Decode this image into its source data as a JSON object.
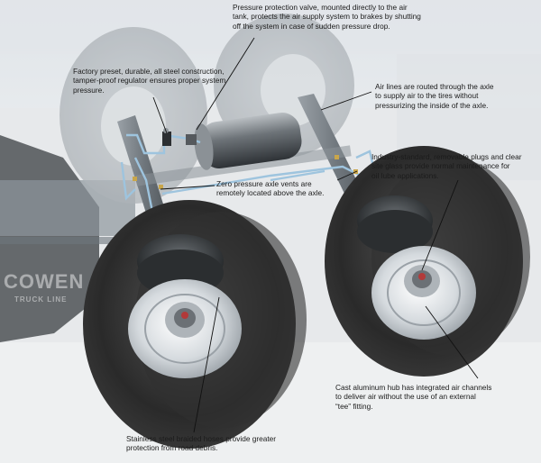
{
  "background_sign": {
    "line1": "COWEN",
    "line2": "TRUCK LINE"
  },
  "callouts": {
    "pressure_valve": "Pressure protection valve, mounted directly to the air\ntank, protects the air supply system to brakes by shutting\noff the system in case of sudden pressure drop.",
    "regulator": "Factory preset, durable, all steel construction,\ntamper-proof regulator ensures proper system\npressure.",
    "air_lines": "Air lines are routed through the axle\nto supply air to the tires without\npressurizing the inside of the axle.",
    "plugs": "Industry-standard, removable plugs and clear\nsite glass provide normal maintenance for\noil lube applications.",
    "vents": "Zero pressure axle vents are\nremotely located above the axle.",
    "hub": "Cast aluminum hub has integrated air channels\nto deliver air without the use of an external\n“tee” fitting.",
    "hoses": "Stainless steel braided hoses provide greater\nprotection from road debris."
  },
  "colors": {
    "tire": "#262626",
    "wheel": "#c9ced3",
    "axle": "#7d858c",
    "air_line": "#9ec4de",
    "leader": "#111111"
  }
}
